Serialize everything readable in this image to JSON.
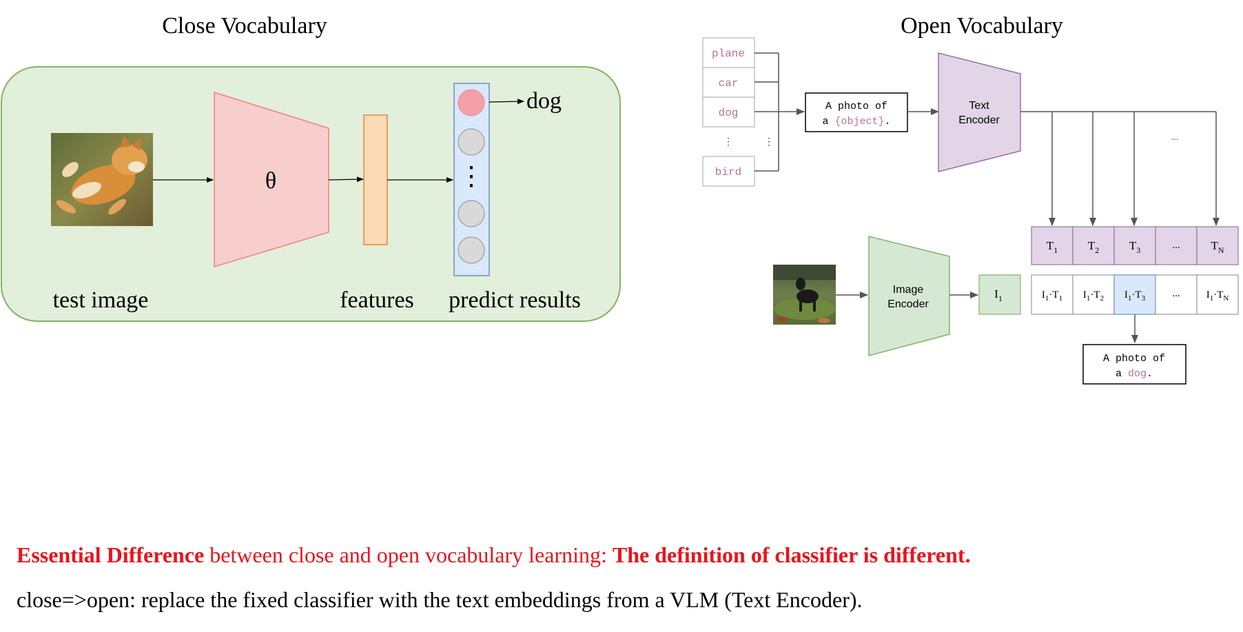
{
  "close": {
    "title": "Close Vocabulary",
    "theta": "θ",
    "output_label": "dog",
    "dots": "⋮",
    "labels": {
      "test_image": "test image",
      "features": "features",
      "predict": "predict results"
    },
    "colors": {
      "panel_fill": "#e2efda",
      "panel_stroke": "#82b366",
      "encoder_fill": "#f8cecc",
      "encoder_stroke": "#f08080",
      "feature_fill": "#fad9b5",
      "feature_stroke": "#e38838",
      "predict_fill": "#dae8fc",
      "predict_stroke": "#6c8ebf",
      "active_neuron": "#f4a0a8",
      "neuron": "#d9d9d9"
    }
  },
  "open": {
    "title": "Open Vocabulary",
    "classes": [
      "plane",
      "car",
      "dog",
      "bird"
    ],
    "class_dots": "⋮",
    "template": {
      "line1": "A photo of",
      "line2_prefix": "a ",
      "line2_highlight": "{object}",
      "line2_suffix": "."
    },
    "text_encoder": {
      "line1": "Text",
      "line2": "Encoder"
    },
    "branch_ellipsis": "...",
    "image_encoder": {
      "line1": "Image",
      "line2": "Encoder"
    },
    "image_embedding": {
      "base": "I",
      "sub": "1"
    },
    "text_embeddings": [
      {
        "base": "T",
        "sub": "1"
      },
      {
        "base": "T",
        "sub": "2"
      },
      {
        "base": "T",
        "sub": "3"
      },
      {
        "base": "...",
        "sub": ""
      },
      {
        "base": "T",
        "sub": "N"
      }
    ],
    "products": [
      {
        "a": "I",
        "a_sub": "1",
        "b": "T",
        "b_sub": "1"
      },
      {
        "a": "I",
        "a_sub": "1",
        "b": "T",
        "b_sub": "2"
      },
      {
        "a": "I",
        "a_sub": "1",
        "b": "T",
        "b_sub": "3"
      },
      {
        "a": "...",
        "a_sub": "",
        "b": "",
        "b_sub": ""
      },
      {
        "a": "I",
        "a_sub": "1",
        "b": "T",
        "b_sub": "N"
      }
    ],
    "product_dot": "·",
    "result": {
      "line1": "A photo of",
      "line2_prefix": "a ",
      "line2_highlight": "dog",
      "line2_suffix": "."
    },
    "colors": {
      "text_encoder_fill": "#e1d5e7",
      "text_encoder_stroke": "#9673a6",
      "image_encoder_fill": "#d5e8d4",
      "image_encoder_stroke": "#82b366",
      "highlight_text": "#b5739d",
      "selected_fill": "#dae8fc",
      "selected_stroke": "#6c8ebf"
    }
  },
  "caption": {
    "line1_bold_a": "Essential Difference",
    "line1_plain": " between close and open vocabulary learning: ",
    "line1_bold_b": "The definition of classifier is different.",
    "line2": "close=>open: replace the fixed classifier with the text embeddings from a VLM (Text Encoder)."
  }
}
